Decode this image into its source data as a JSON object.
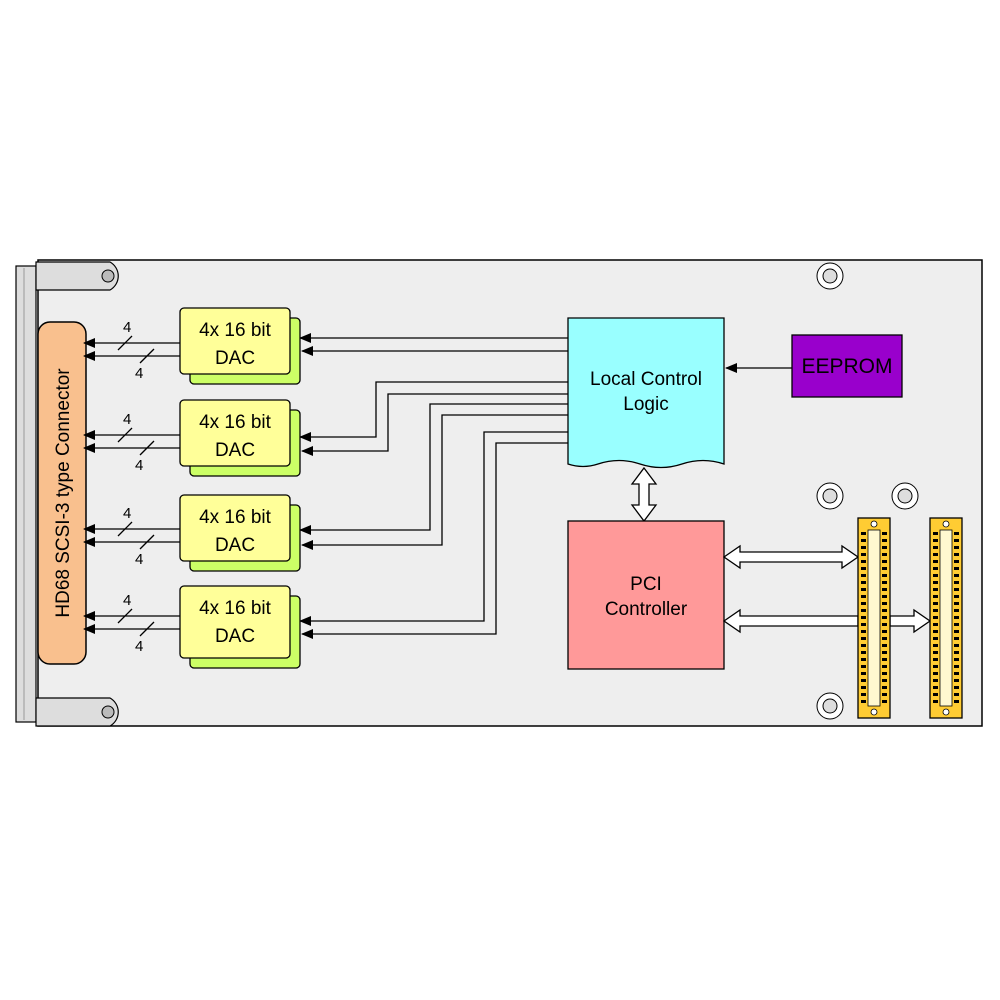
{
  "connector": {
    "label": "HD68 SCSI-3 type Connector",
    "fill": "#f9c08e"
  },
  "dac": {
    "line1": "4x 16 bit",
    "line2": "DAC",
    "fill": "#ffff99",
    "shadow": "#ccff66"
  },
  "bus_width": "4",
  "local_control": {
    "line1": "Local Control",
    "line2": "Logic",
    "fill": "#99ffff"
  },
  "eeprom": {
    "label": "EEPROM",
    "fill": "#9900cc"
  },
  "pci": {
    "line1": "PCI",
    "line2": "Controller",
    "fill": "#ff9999"
  },
  "board": {
    "fill": "#eeeeee"
  },
  "pin_header": {
    "fill": "#ffcc33"
  }
}
